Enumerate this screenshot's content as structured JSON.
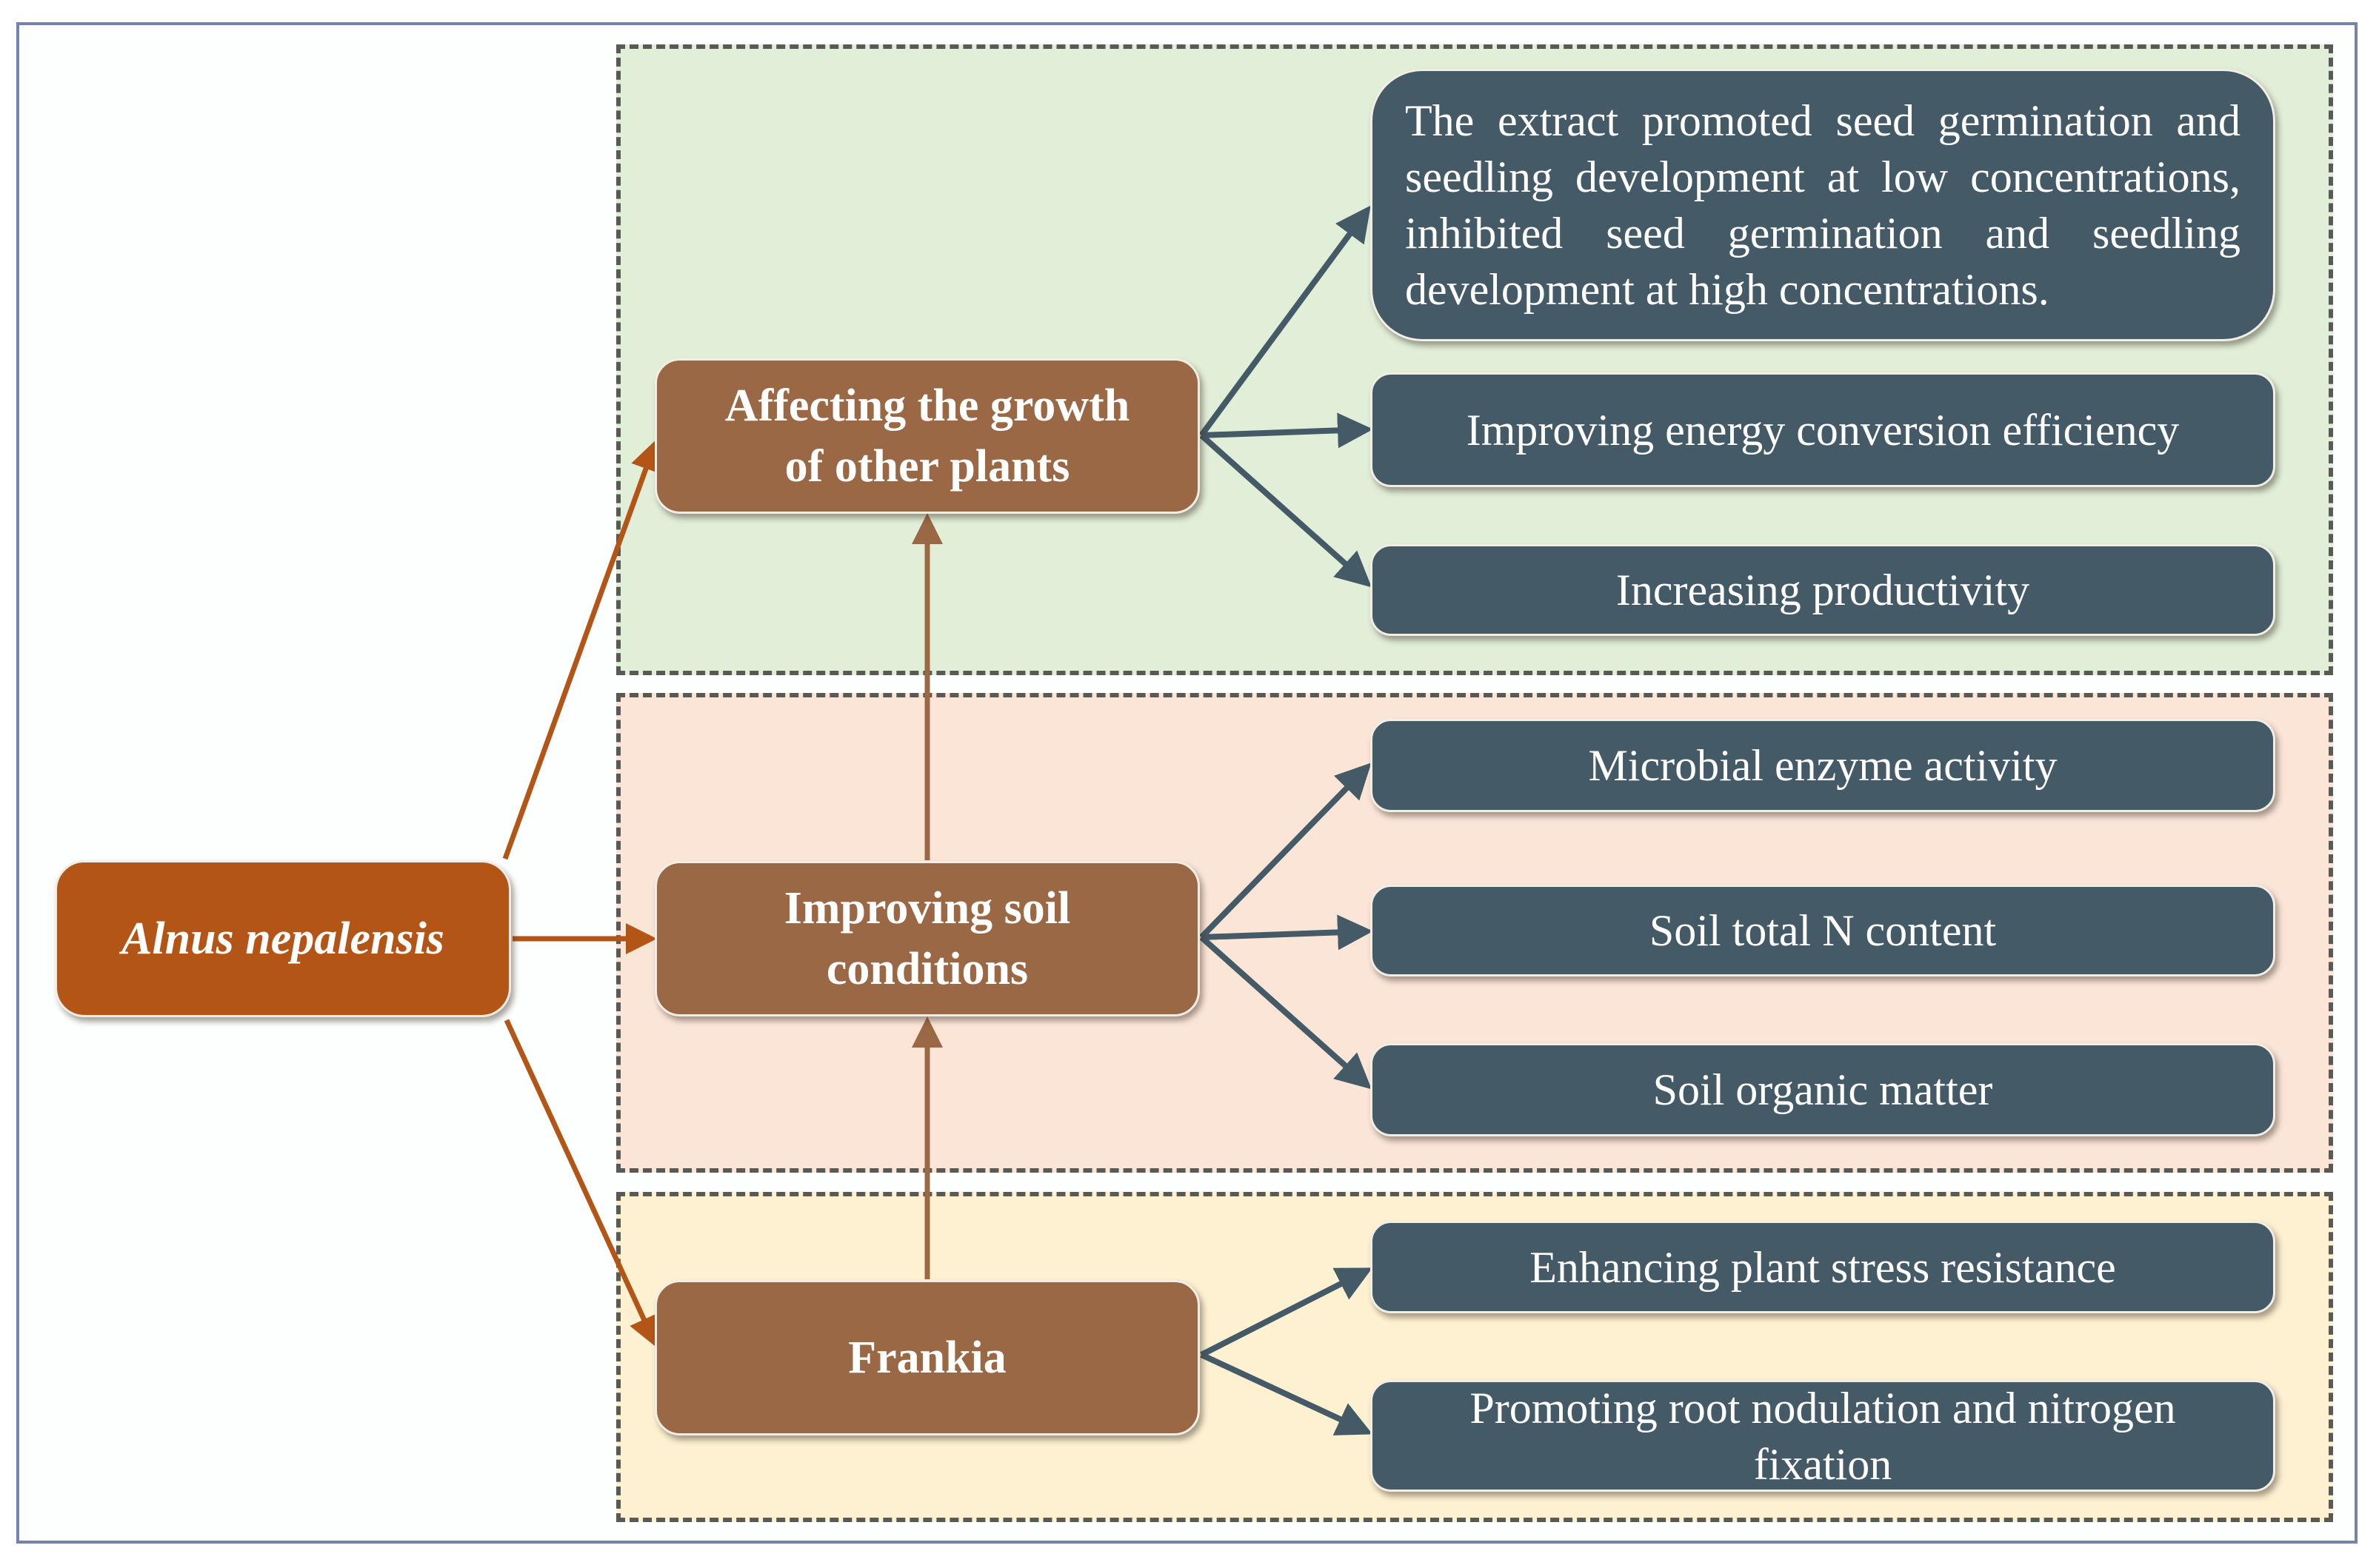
{
  "root": {
    "label": "Alnus nepalensis"
  },
  "categories": [
    {
      "label": "Affecting the growth of other plants",
      "effects": [
        "The extract promoted seed germination and seedling development at low concentrations, inhibited seed germination and seedling development at high concentrations.",
        "Improving energy conversion efficiency",
        "Increasing productivity"
      ]
    },
    {
      "label": "Improving soil conditions",
      "effects": [
        "Microbial enzyme activity",
        "Soil total N content",
        "Soil organic matter"
      ]
    },
    {
      "label": "Frankia",
      "effects": [
        "Enhancing plant stress resistance",
        "Promoting root nodulation and nitrogen fixation"
      ]
    }
  ],
  "colors": {
    "root": "#b45518",
    "category": "#9b6845",
    "effect": "#445a66",
    "zone_growth": "#e1eed8",
    "zone_soil": "#fbe5d7",
    "zone_frankia": "#fdf1d1",
    "frame_border": "#7482b0"
  }
}
